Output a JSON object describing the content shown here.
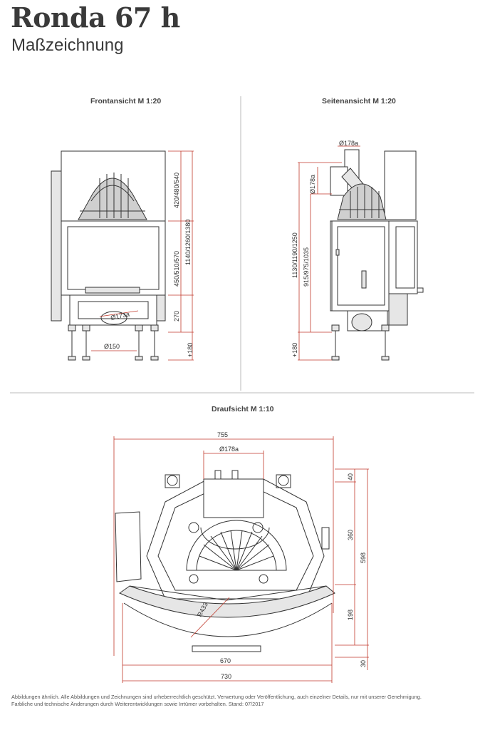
{
  "header": {
    "title": "Ronda 67 h",
    "subtitle": "Maßzeichnung"
  },
  "views": {
    "front": {
      "label": "Frontansicht M 1:20"
    },
    "side": {
      "label": "Seitenansicht M 1:20"
    },
    "top": {
      "label": "Draufsicht M 1:10"
    }
  },
  "dimensions": {
    "front": {
      "upper_height": "420/480/540",
      "door_height": "450/510/570",
      "total_height": "1140/1260/1380",
      "base_height": "270",
      "flue_diameter": "Ø173a",
      "air_inlet": "Ø150",
      "foot_height": "+180"
    },
    "side": {
      "flue_top": "Ø178a",
      "flue_side": "Ø178a",
      "total_height": "1130/1190/1250",
      "mid_height": "915/975/1035",
      "foot_height": "+180"
    },
    "top": {
      "width_top": "755",
      "flue": "Ø178a",
      "right_40": "40",
      "right_360": "360",
      "right_598": "598",
      "right_198": "198",
      "right_30": "30",
      "radius": "R433",
      "width_670": "670",
      "width_730": "730"
    }
  },
  "footer": {
    "line1": "Abbildungen ähnlich. Alle Abbildungen und Zeichnungen sind urheberrechtlich geschützt. Verwertung oder Veröffentlichung, auch einzelner Details, nur mit unserer Genehmigung.",
    "line2": "Farbliche und technische Änderungen durch Weiterentwicklungen sowie Irrtümer vorbehalten. Stand: 07/2017"
  }
}
